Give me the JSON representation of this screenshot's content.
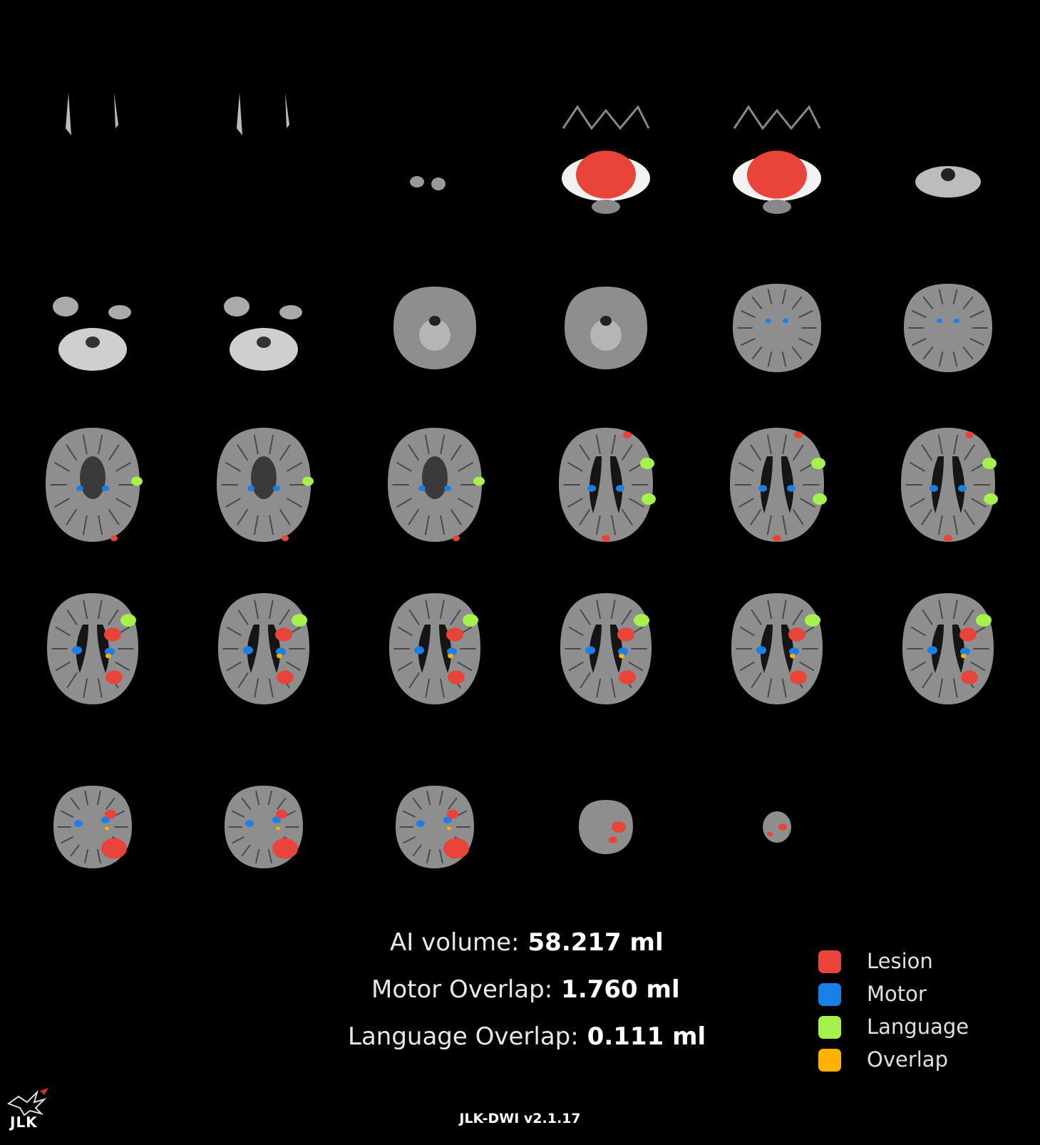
{
  "stats": {
    "ai_volume_label": "AI volume:",
    "ai_volume_value": "58.217 ml",
    "motor_overlap_label": "Motor Overlap:",
    "motor_overlap_value": "1.760 ml",
    "language_overlap_label": "Language Overlap:",
    "language_overlap_value": "0.111 ml"
  },
  "legend": [
    {
      "label": "Lesion",
      "color": "#e8443a"
    },
    {
      "label": "Motor",
      "color": "#1a7fe6"
    },
    {
      "label": "Language",
      "color": "#a6f24a"
    },
    {
      "label": "Overlap",
      "color": "#ffb300"
    }
  ],
  "footer": {
    "version": "JLK-DWI v2.1.17",
    "logo_text": "JLK"
  },
  "colors": {
    "background": "#000000",
    "brain": "#8e8e8e",
    "lesion": "#e8443a",
    "motor": "#1a7fe6",
    "language": "#a6f24a",
    "overlap": "#ffb300"
  },
  "grid": {
    "rows": 5,
    "cols": 6,
    "slices": [
      {
        "kind": "orbit"
      },
      {
        "kind": "orbit"
      },
      {
        "kind": "fragments"
      },
      {
        "kind": "cerebellum-lesion"
      },
      {
        "kind": "cerebellum-lesion"
      },
      {
        "kind": "cerebellum"
      },
      {
        "kind": "posterior-fossa"
      },
      {
        "kind": "posterior-fossa"
      },
      {
        "kind": "temporal"
      },
      {
        "kind": "temporal"
      },
      {
        "kind": "midbrain"
      },
      {
        "kind": "midbrain"
      },
      {
        "kind": "basal"
      },
      {
        "kind": "basal"
      },
      {
        "kind": "basal"
      },
      {
        "kind": "ventricles"
      },
      {
        "kind": "ventricles"
      },
      {
        "kind": "ventricles"
      },
      {
        "kind": "supraventricular"
      },
      {
        "kind": "supraventricular"
      },
      {
        "kind": "supraventricular"
      },
      {
        "kind": "supraventricular"
      },
      {
        "kind": "supraventricular"
      },
      {
        "kind": "supraventricular"
      },
      {
        "kind": "vertex"
      },
      {
        "kind": "vertex"
      },
      {
        "kind": "vertex"
      },
      {
        "kind": "vertex-small"
      },
      {
        "kind": "vertex-tiny"
      },
      {
        "kind": "empty"
      }
    ]
  }
}
